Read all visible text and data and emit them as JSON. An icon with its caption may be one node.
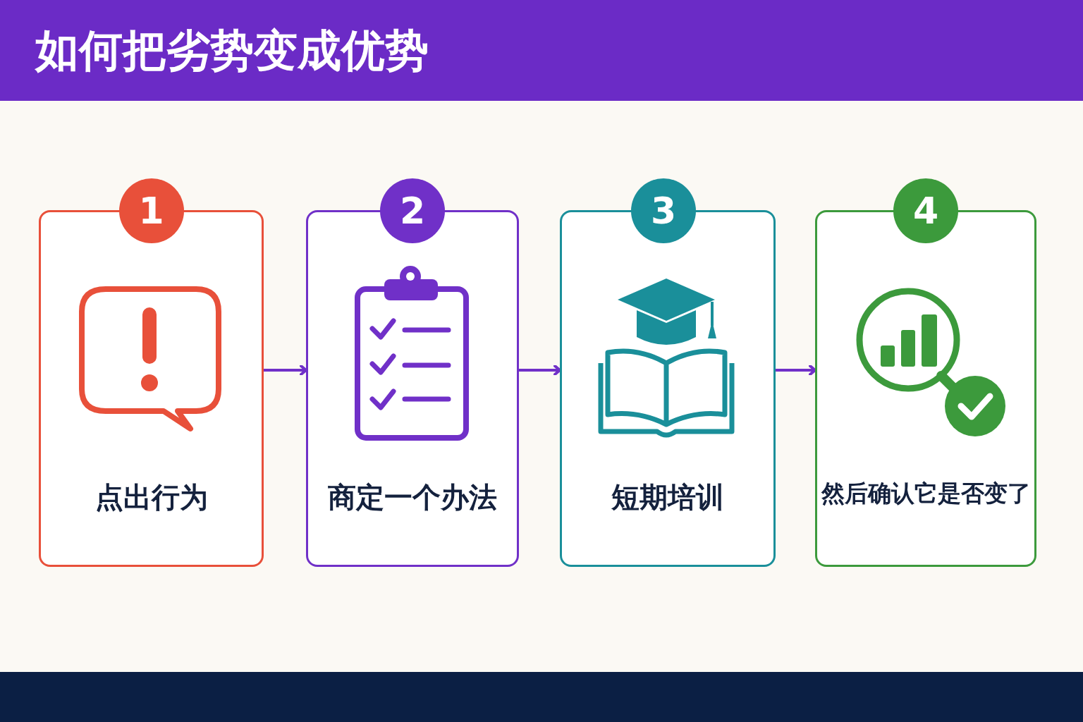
{
  "diagram": {
    "title": "如何把劣势变成优势",
    "nodes": [
      {
        "text": [
          "1",
          "点出行为"
        ]
      },
      {
        "text": [
          "2",
          "商定一个办法"
        ]
      },
      {
        "text": [
          "3",
          "短期培训"
        ]
      },
      {
        "text": [
          "4",
          "然后确认它是否变了"
        ]
      }
    ],
    "edges": [
      {
        "from": 0,
        "to": 1,
        "arrow": "to"
      },
      {
        "from": 1,
        "to": 2,
        "arrow": "to"
      },
      {
        "from": 2,
        "to": 3,
        "arrow": "to"
      }
    ]
  }
}
